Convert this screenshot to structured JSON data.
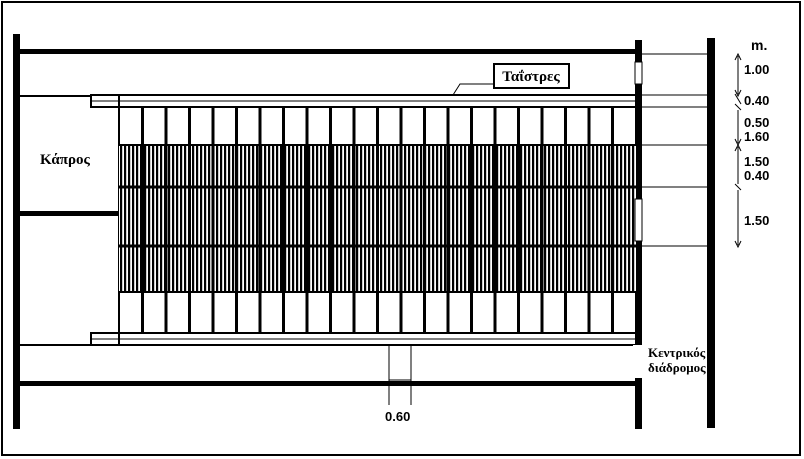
{
  "diagram": {
    "unit_label": "m.",
    "labels": {
      "boar": "Κάπρος",
      "sows": "Ταΐστρες",
      "corridor_line1": "Κεντρικός",
      "corridor_line2": "διάδρομος",
      "stall_width": "0.60"
    },
    "dimensions": [
      "1.00",
      "0.40",
      "0.50",
      "1.60",
      "1.50",
      "0.40",
      "1.50"
    ],
    "stall_count": 22,
    "colors": {
      "ink": "#000000",
      "paper": "#ffffff"
    }
  }
}
